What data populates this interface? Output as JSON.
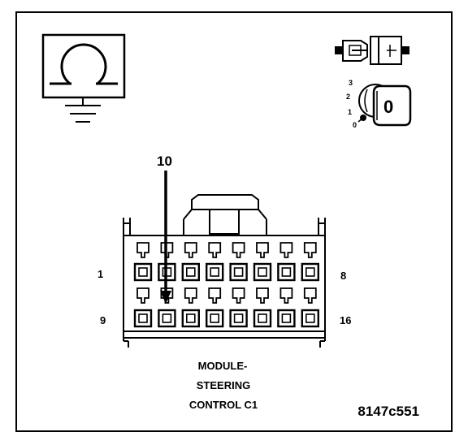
{
  "icons": {
    "ohmmeter": "ohmmeter-ground-icon",
    "connector": "disconnected-connector-icon",
    "ignition": "ignition-key-switch-icon"
  },
  "ignition": {
    "positions": [
      "3",
      "2",
      "1",
      "0"
    ],
    "key_label": "0"
  },
  "connector": {
    "callout": "10",
    "pin_first_top": "1",
    "pin_last_top": "8",
    "pin_first_bottom": "9",
    "pin_last_bottom": "16",
    "highlighted_pin": 10,
    "pins_per_row": 8
  },
  "caption": {
    "line1": "MODULE-",
    "line2": "STEERING",
    "line3": "CONTROL C1"
  },
  "figure_id": "8147c551"
}
